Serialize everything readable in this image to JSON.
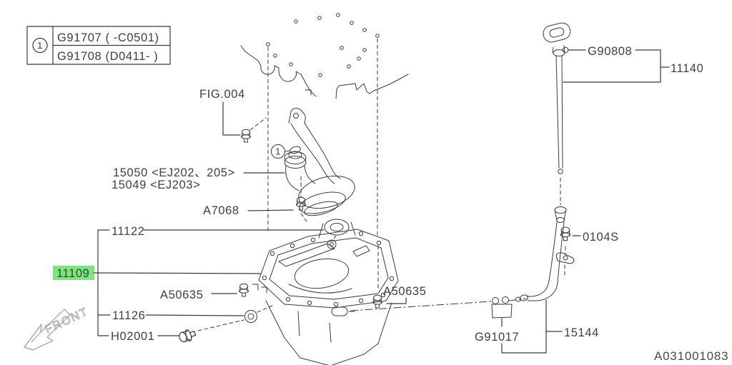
{
  "colors": {
    "line": "#3a3a3a",
    "text": "#3f3f3f",
    "highlight": "#7ce57c",
    "muted": "#9a9a9a"
  },
  "ref_table": {
    "marker": "1",
    "row1": "G91707 ( -C0501)",
    "row2": "G91708 (D0411- )"
  },
  "callouts": {
    "fig": "FIG.004",
    "pickup_a": "15050 <EJ202、205>",
    "pickup_b": "15049 <EJ203>",
    "a7068": "A7068",
    "p11122": "11122",
    "p11109": "11109",
    "a50635_left": "A50635",
    "p11126": "11126",
    "h02001": "H02001",
    "g90808": "G90808",
    "p11140": "11140",
    "s0104": "0104S",
    "a50635_right": "A50635",
    "g91017": "G91017",
    "p15144": "15144",
    "marker1": "1"
  },
  "front_label": "FRONT",
  "doc_code": "A031001083"
}
